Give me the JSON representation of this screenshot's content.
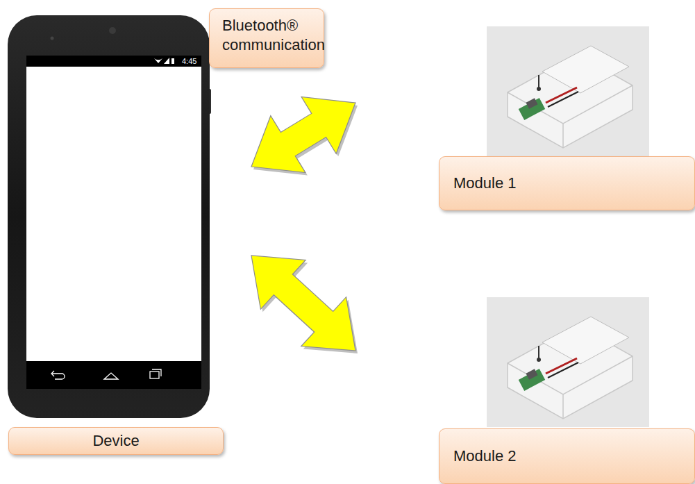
{
  "diagram": {
    "nodes": [
      {
        "text": [
          "Bluetooth® communication"
        ]
      },
      {
        "text": [
          "Module 1"
        ]
      },
      {
        "text": [
          "Device"
        ]
      },
      {
        "text": [
          "Module 2"
        ]
      }
    ],
    "edges": [
      {
        "from": 2,
        "to": 1,
        "arrow": "both"
      },
      {
        "from": 2,
        "to": 3,
        "arrow": "both"
      }
    ],
    "labels": [
      "4:45"
    ]
  }
}
